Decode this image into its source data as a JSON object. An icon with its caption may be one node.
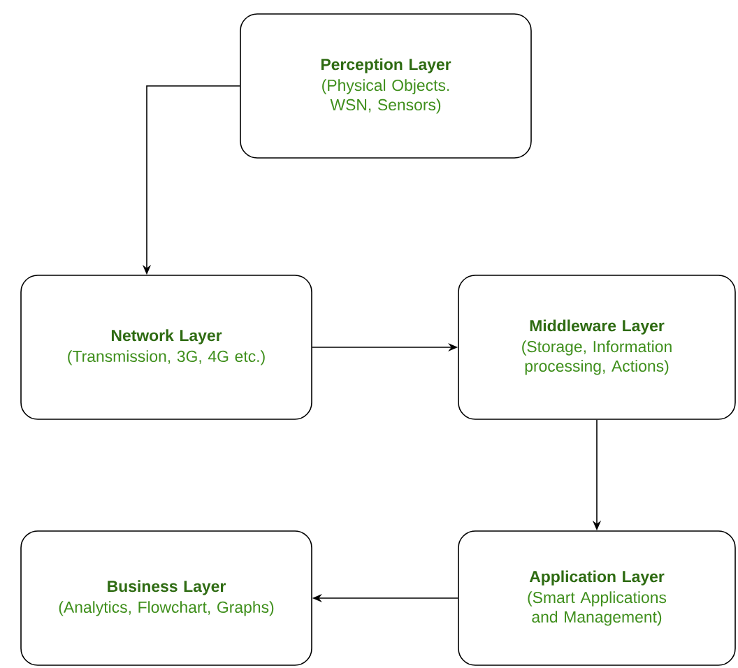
{
  "diagram": {
    "nodes": [
      {
        "text": [
          "Perception Layer",
          "(Physical Objects. WSN, Sensors)"
        ]
      },
      {
        "text": [
          "Network Layer",
          "(Transmission, 3G, 4G etc.)"
        ]
      },
      {
        "text": [
          "Middleware Layer",
          "(Storage, Information processing, Actions)"
        ]
      },
      {
        "text": [
          "Business Layer",
          "(Analytics, Flowchart, Graphs)"
        ]
      },
      {
        "text": [
          "Application Layer",
          "(Smart Applications and Management)"
        ]
      }
    ],
    "edges": [
      {
        "from": 0,
        "to": 1,
        "arrow": "to"
      },
      {
        "from": 1,
        "to": 2,
        "arrow": "to"
      },
      {
        "from": 2,
        "to": 4,
        "arrow": "to"
      },
      {
        "from": 4,
        "to": 3,
        "arrow": "to"
      }
    ]
  }
}
